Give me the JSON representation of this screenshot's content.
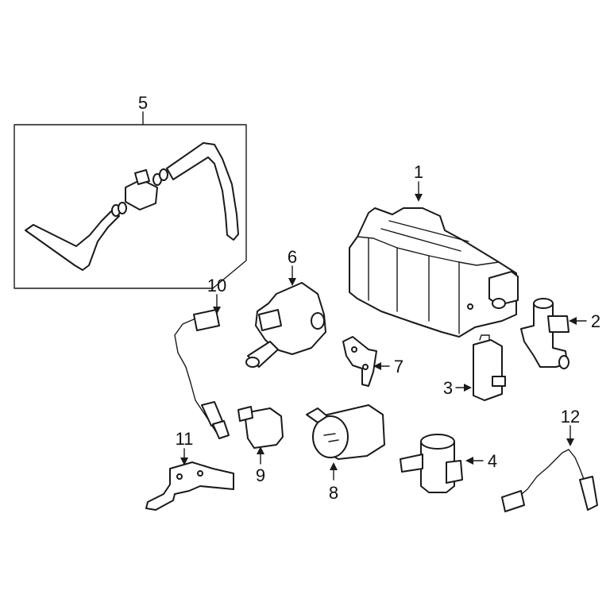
{
  "callouts": {
    "c1": "1",
    "c2": "2",
    "c3": "3",
    "c4": "4",
    "c5": "5",
    "c6": "6",
    "c7": "7",
    "c8": "8",
    "c9": "9",
    "c10": "10",
    "c11": "11",
    "c12": "12"
  },
  "colors": {
    "line": "#1a1a1a",
    "background": "#ffffff"
  }
}
